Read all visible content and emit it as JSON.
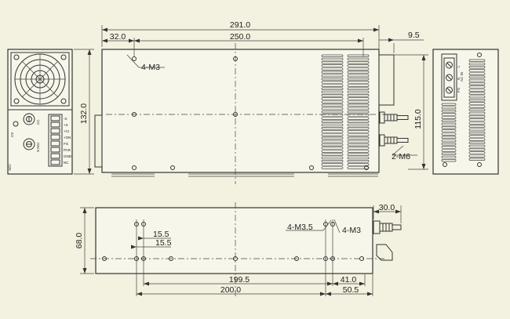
{
  "dimensions": {
    "overall_length": "291.0",
    "hole_offset_left": "32.0",
    "hole_pitch_top": "250.0",
    "terminal_offset": "9.5",
    "height": "132.0",
    "terminal_height": "115.0",
    "side_height": "68.0",
    "terminal_depth": "30.0",
    "bottom_hole_1": "15.5",
    "bottom_hole_2": "15.5",
    "bottom_pitch_1": "199.5",
    "bottom_offset_1": "41.0",
    "bottom_pitch_2": "200.0",
    "bottom_offset_2": "50.5"
  },
  "callouts": {
    "top_screws": "4-M3",
    "output_studs": "2-M6",
    "bottom_screws_a": "4-M3.5",
    "bottom_screws_b": "4-M3"
  },
  "front_panel": {
    "connector_labels": [
      "-S",
      "+S",
      "+CI",
      "+ON",
      "FG",
      "PAR",
      "GND",
      "NC"
    ],
    "pot_label_1": "CC",
    "pot_label_2": "V.ADJ",
    "left_label": "ADJ",
    "indicator_label": "CV"
  },
  "terminal_block": {
    "labels": [
      "L",
      "N",
      "FG"
    ],
    "side_label": "AC IN"
  }
}
